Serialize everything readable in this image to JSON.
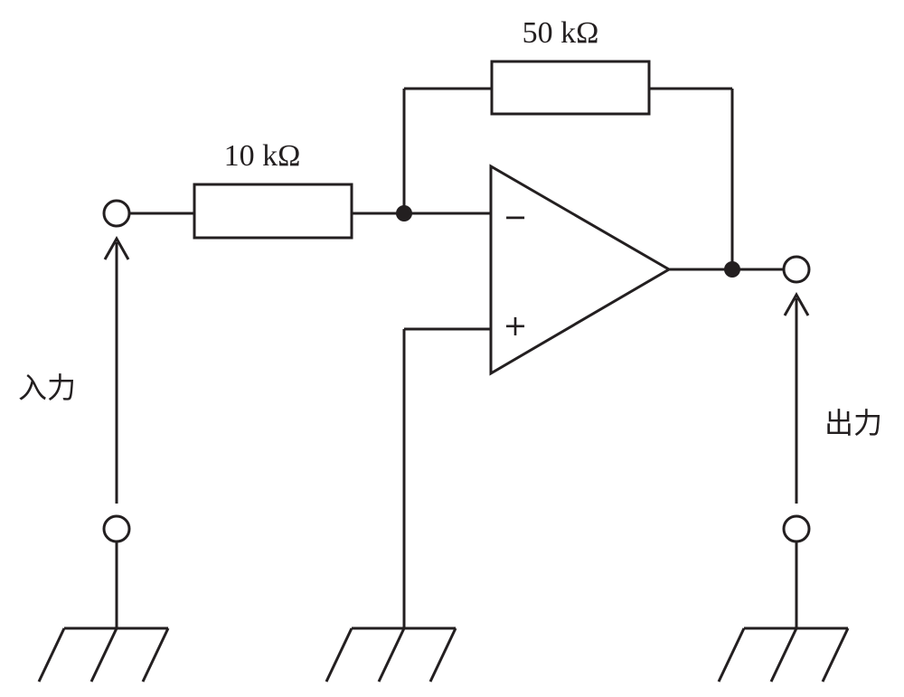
{
  "diagram": {
    "r_in_label": "10 kΩ",
    "r_fb_label": "50 kΩ",
    "input_label": "入力",
    "output_label": "出力",
    "opamp_minus": "−",
    "opamp_plus": "+"
  },
  "colors": {
    "ink": "#231f20",
    "background": "#ffffff"
  }
}
